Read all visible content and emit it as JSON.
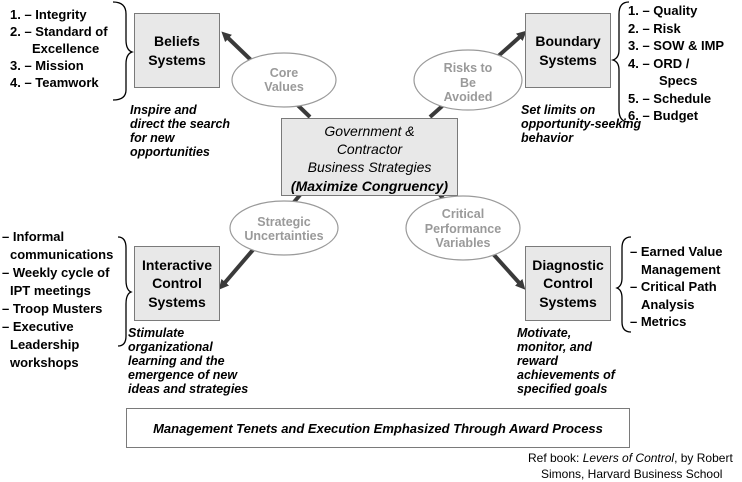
{
  "center": {
    "line1": "Government &",
    "line2": "Contractor",
    "line3": "Business Strategies",
    "line4": "(Maximize Congruency)"
  },
  "beliefs": {
    "title_1": "Beliefs",
    "title_2": "Systems",
    "items": [
      "1. – Integrity",
      "2. – Standard of",
      "Excellence",
      "3. – Mission",
      "4. – Teamwork"
    ],
    "desc": [
      "Inspire and",
      "direct the search",
      "for new",
      "opportunities"
    ],
    "ellipse": [
      "Core",
      "Values"
    ]
  },
  "boundary": {
    "title_1": "Boundary",
    "title_2": "Systems",
    "items": [
      "1. –  Quality",
      "2. –  Risk",
      "3. –  SOW & IMP",
      "4. –  ORD /",
      "Specs",
      "5. –  Schedule",
      "6. –  Budget"
    ],
    "desc": [
      "Set limits on",
      "opportunity-seeking",
      "behavior"
    ],
    "ellipse": [
      "Risks to",
      "Be",
      "Avoided"
    ]
  },
  "interactive": {
    "title_1": "Interactive",
    "title_2": "Control",
    "title_3": "Systems",
    "items": [
      "– Informal",
      "communications",
      "– Weekly cycle of",
      "IPT meetings",
      "– Troop Musters",
      "– Executive",
      "Leadership",
      "workshops"
    ],
    "desc": [
      "Stimulate",
      "organizational",
      "learning and the",
      "emergence of new",
      "ideas and strategies"
    ],
    "ellipse": [
      "Strategic",
      "Uncertainties"
    ]
  },
  "diagnostic": {
    "title_1": "Diagnostic",
    "title_2": "Control",
    "title_3": "Systems",
    "items": [
      "– Earned Value",
      "Management",
      "– Critical Path",
      "Analysis",
      "– Metrics"
    ],
    "desc": [
      "Motivate,",
      "monitor, and",
      "reward",
      "achievements of",
      "specified goals"
    ],
    "ellipse": [
      "Critical",
      "Performance",
      "Variables"
    ]
  },
  "footer": {
    "banner": "Management Tenets and Execution Emphasized Through Award Process",
    "ref_prefix": "Ref book: ",
    "ref_title": "Levers of Control",
    "ref_suffix": ", by Robert",
    "ref_line2": "Simons, Harvard Business School"
  },
  "colors": {
    "box_fill": "#e8e8e8",
    "ellipse_text": "#9a9a9a",
    "arrow": "#3a3a3a"
  }
}
